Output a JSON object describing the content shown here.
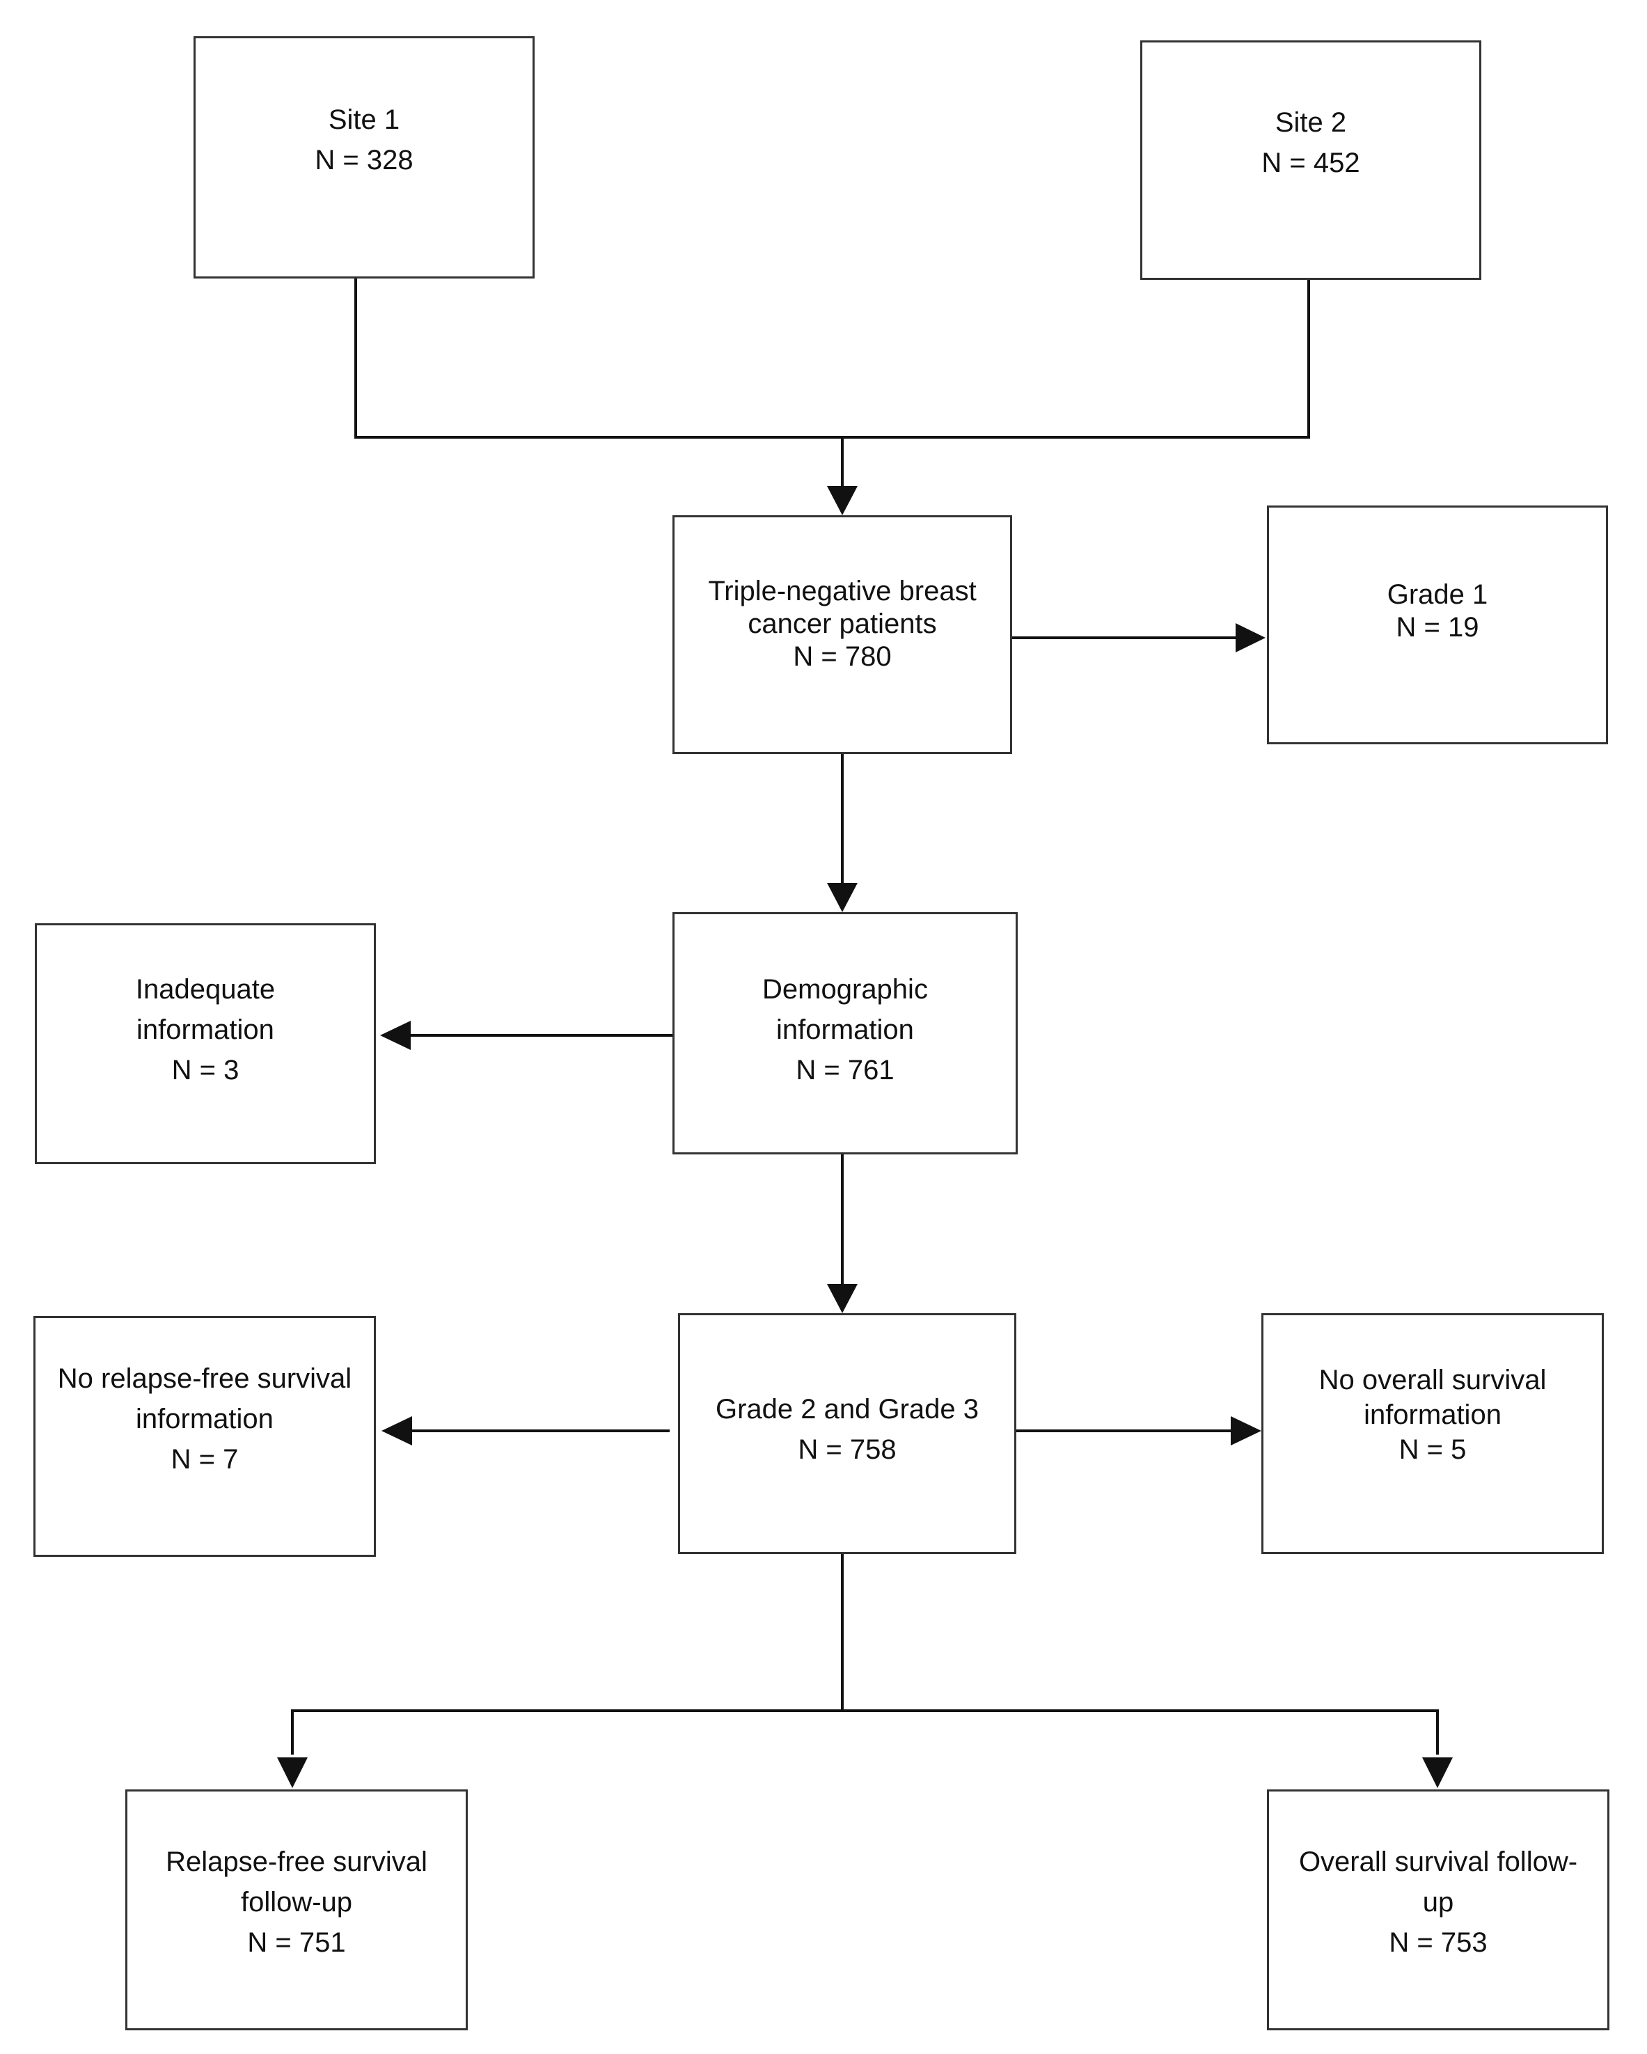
{
  "diagram": {
    "type": "flowchart",
    "nodes": [
      {
        "id": "site1",
        "lines": [
          "Site 1",
          "N = 328"
        ]
      },
      {
        "id": "site2",
        "lines": [
          "Site 2",
          "N = 452"
        ]
      },
      {
        "id": "tnbc",
        "lines": [
          "Triple-negative breast",
          "cancer patients",
          "N = 780"
        ]
      },
      {
        "id": "grade1",
        "lines": [
          "Grade 1",
          "N = 19"
        ]
      },
      {
        "id": "demographic",
        "lines": [
          "Demographic",
          "information",
          "N = 761"
        ]
      },
      {
        "id": "inadequate",
        "lines": [
          "Inadequate",
          "information",
          "N = 3"
        ]
      },
      {
        "id": "grade23",
        "lines": [
          "Grade 2 and Grade 3",
          "N = 758"
        ]
      },
      {
        "id": "no-rfs",
        "lines": [
          "No relapse-free survival",
          "information",
          "N = 7"
        ]
      },
      {
        "id": "no-os",
        "lines": [
          "No overall survival",
          "information",
          "N = 5"
        ]
      },
      {
        "id": "rfs-followup",
        "lines": [
          "Relapse-free survival",
          "follow-up",
          "N = 751"
        ]
      },
      {
        "id": "os-followup",
        "lines": [
          "Overall survival follow-",
          "up",
          "N = 753"
        ]
      }
    ],
    "edges": [
      {
        "from": "site1",
        "to": "tnbc"
      },
      {
        "from": "site2",
        "to": "tnbc"
      },
      {
        "from": "tnbc",
        "to": "grade1"
      },
      {
        "from": "tnbc",
        "to": "demographic"
      },
      {
        "from": "demographic",
        "to": "inadequate"
      },
      {
        "from": "demographic",
        "to": "grade23"
      },
      {
        "from": "grade23",
        "to": "no-rfs"
      },
      {
        "from": "grade23",
        "to": "no-os"
      },
      {
        "from": "grade23",
        "to": "rfs-followup"
      },
      {
        "from": "grade23",
        "to": "os-followup"
      }
    ]
  }
}
